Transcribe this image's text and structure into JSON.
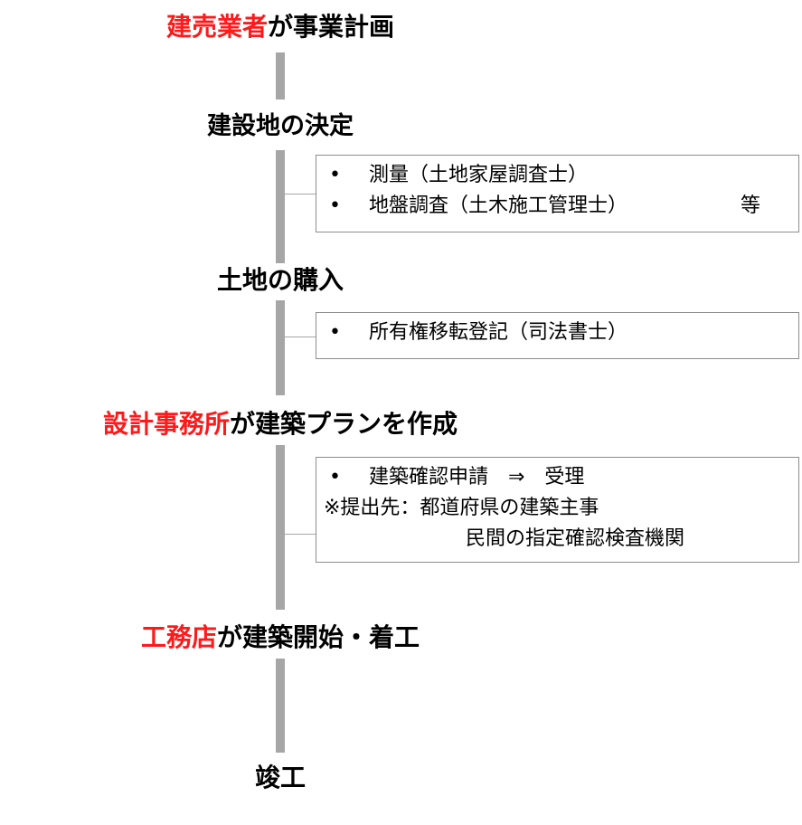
{
  "colors": {
    "highlight": "#ff1a1a",
    "connector": "#a6a6a6",
    "text": "#000000",
    "box_border": "#8c8c8c"
  },
  "steps": [
    {
      "highlight": "建売業者",
      "rest": "が事業計画"
    },
    {
      "highlight": "",
      "rest": "建設地の決定"
    },
    {
      "highlight": "",
      "rest": "土地の購入"
    },
    {
      "highlight": "設計事務所",
      "rest": "が建築プランを作成"
    },
    {
      "highlight": "工務店",
      "rest": "が建築開始・着工"
    },
    {
      "highlight": "",
      "rest": "竣工"
    }
  ],
  "notes": {
    "survey": {
      "bullet": "•",
      "items": [
        "測量（土地家屋調査士）",
        "地盤調査（土木施工管理士）"
      ],
      "suffix": "等"
    },
    "purchase": {
      "bullet": "•",
      "items": [
        "所有権移転登記（司法書士）"
      ]
    },
    "design": {
      "bullet": "•",
      "item": "建築確認申請　⇒　受理",
      "submit_label": "※提出先：都道府県の建築主事",
      "submit_line2": "民間の指定確認検査機関"
    }
  }
}
